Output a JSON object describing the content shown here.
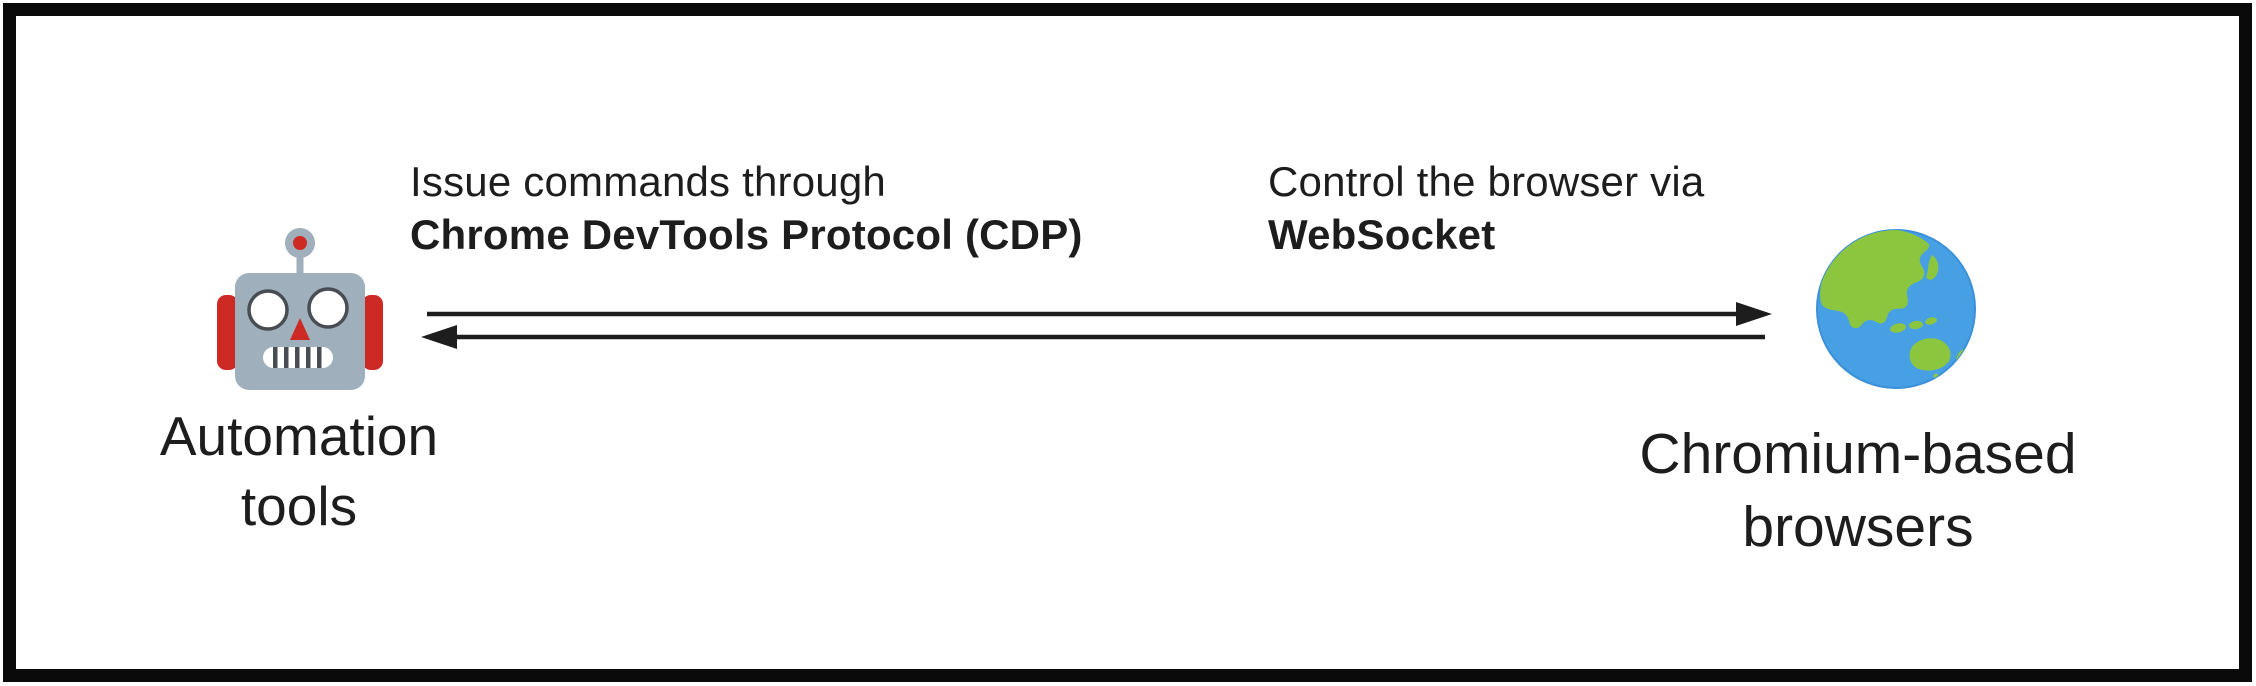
{
  "colors": {
    "frame": "#0a0a0a",
    "ink": "#1d1d1d",
    "robot-body": "#9fafbc",
    "robot-accent": "#ce2a25",
    "robot-feature": "#474d52",
    "globe-ocean": "#47a0e4",
    "globe-land": "#8cc63f"
  },
  "nodes": {
    "left": {
      "label": "Automation tools",
      "icon": "robot-icon"
    },
    "right": {
      "label": "Chromium-based browsers",
      "icon": "globe-asia-australia-icon"
    }
  },
  "connections": {
    "forward": {
      "line1": "Issue commands through",
      "line2": "Chrome DevTools Protocol (CDP)"
    },
    "reverse": {
      "line1": "Control the browser via",
      "line2": "WebSocket"
    }
  }
}
